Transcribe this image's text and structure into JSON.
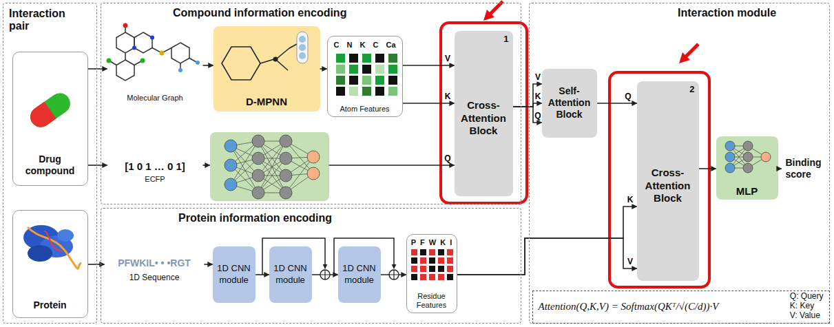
{
  "diagram": {
    "nodes": [
      {
        "text": [
          "Interaction pair"
        ]
      },
      {
        "text": [
          "Drug compound"
        ],
        "in": 0
      },
      {
        "text": [
          "Protein"
        ],
        "in": 0
      },
      {
        "text": [
          "Compound information encoding"
        ]
      },
      {
        "text": [
          "Molecular Graph"
        ],
        "in": 3
      },
      {
        "text": [
          "D-MPNN"
        ],
        "in": 3
      },
      {
        "text": [
          "C N K C Ca",
          "Atom Features"
        ],
        "in": 3
      },
      {
        "text": [
          "[1 0 1 … 0 1]",
          "ECFP"
        ],
        "in": 3
      },
      {
        "text": [],
        "in": 3
      },
      {
        "text": [
          "1",
          "Cross-Attention Block"
        ],
        "in": 3
      },
      {
        "text": [
          "Protein information encoding"
        ]
      },
      {
        "text": [
          "PFWKIL• • •RGT",
          "1D Sequence"
        ],
        "in": 10
      },
      {
        "text": [
          "1D CNN module"
        ],
        "in": 10
      },
      {
        "text": [
          "1D CNN module"
        ],
        "in": 10
      },
      {
        "text": [
          "1D CNN module"
        ],
        "in": 10
      },
      {
        "text": [
          "P F W K I",
          "Residue Features"
        ],
        "in": 10
      },
      {
        "text": [
          "Interaction module"
        ]
      },
      {
        "text": [
          "Self-Attention Block"
        ],
        "in": 16
      },
      {
        "text": [
          "2",
          "Cross-Attention Block"
        ],
        "in": 16
      },
      {
        "text": [
          "MLP"
        ],
        "in": 16
      },
      {
        "text": [
          "Binding score"
        ],
        "in": 16
      },
      {
        "text": [
          "Attention(Q,K,V) = Softmax(QKᵀ/√(C/d))·V",
          "Q: Query",
          "K: Key",
          "V: Value"
        ],
        "in": 16
      }
    ],
    "edges": [
      {
        "from": 1,
        "to": 4,
        "arrow": "to"
      },
      {
        "from": 4,
        "to": 5,
        "arrow": "to"
      },
      {
        "from": 5,
        "to": 6,
        "arrow": "to"
      },
      {
        "from": 6,
        "to": 9,
        "arrow": "to",
        "label": "V"
      },
      {
        "from": 6,
        "to": 9,
        "arrow": "to",
        "label": "K"
      },
      {
        "from": 1,
        "to": 7,
        "arrow": "to"
      },
      {
        "from": 7,
        "to": 8,
        "arrow": "to"
      },
      {
        "from": 8,
        "to": 9,
        "arrow": "to",
        "label": "Q"
      },
      {
        "from": 9,
        "to": 17,
        "arrow": "to",
        "label": "V"
      },
      {
        "from": 9,
        "to": 17,
        "arrow": "to",
        "label": "K"
      },
      {
        "from": 9,
        "to": 17,
        "arrow": "to",
        "label": "Q"
      },
      {
        "from": 17,
        "to": 18,
        "arrow": "to",
        "label": "Q"
      },
      {
        "from": 15,
        "to": 18,
        "arrow": "to",
        "label": "K"
      },
      {
        "from": 15,
        "to": 18,
        "arrow": "to",
        "label": "V"
      },
      {
        "from": 18,
        "to": 19,
        "arrow": "to"
      },
      {
        "from": 19,
        "to": 20,
        "arrow": "to"
      },
      {
        "from": 2,
        "to": 11,
        "arrow": "to"
      },
      {
        "from": 11,
        "to": 12,
        "arrow": "to"
      },
      {
        "from": 12,
        "to": 13,
        "arrow": "to"
      },
      {
        "from": 13,
        "to": 14,
        "arrow": "to"
      },
      {
        "from": 14,
        "to": 15,
        "arrow": "to"
      }
    ]
  }
}
